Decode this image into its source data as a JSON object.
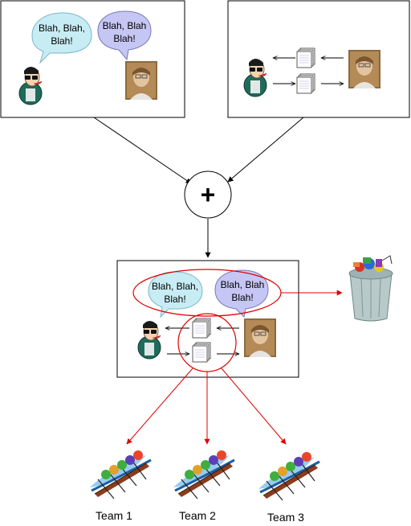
{
  "panels": {
    "top_left": {
      "bubble_left": [
        "Blah, Blah,",
        "Blah!"
      ],
      "bubble_right": [
        "Blah, Blah",
        "Blah!"
      ]
    },
    "center": {
      "bubble_left": [
        "Blah, Blah,",
        "Blah!"
      ],
      "bubble_right": [
        "Blah, Blah",
        "Blah!"
      ]
    }
  },
  "merge_symbol": "+",
  "teams": [
    "Team 1",
    "Team 2",
    "Team 3"
  ],
  "colors": {
    "highlight": "#e00000",
    "speech_left_fill": "#c8ecf4",
    "speech_right_fill": "#c6c6f4",
    "outline": "#000000"
  }
}
